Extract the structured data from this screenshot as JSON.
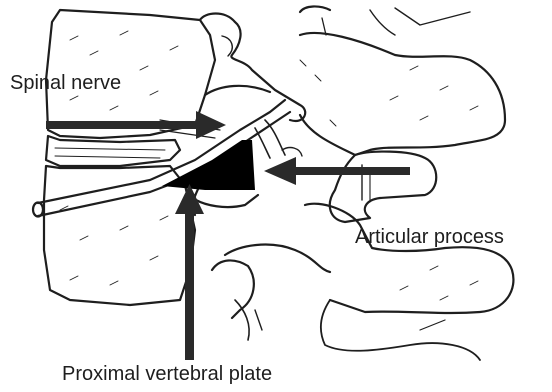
{
  "labels": {
    "spinal_nerve": "Spinal nerve",
    "articular_process": "Articular process",
    "proximal_vertebral_plate": "Proximal vertebral plate"
  },
  "colors": {
    "ink": "#1e1e1e",
    "arrow": "#2a2a2a",
    "fill": "#000000",
    "background": "#ffffff"
  }
}
